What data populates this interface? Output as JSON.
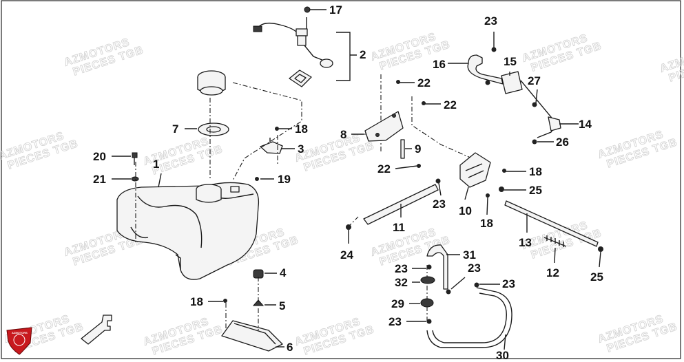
{
  "watermark": {
    "line1": "AZMOTORS",
    "line2": "PIECES TGB"
  },
  "logo": {
    "text": "AZMOTORS",
    "color": "#c8191e"
  },
  "callouts": [
    "17",
    "2",
    "23",
    "16",
    "15",
    "27",
    "14",
    "26",
    "22",
    "22",
    "18",
    "7",
    "3",
    "8",
    "9",
    "22",
    "18",
    "20",
    "21",
    "1",
    "19",
    "25",
    "23",
    "10",
    "18",
    "11",
    "13",
    "12",
    "25",
    "24",
    "31",
    "23",
    "23",
    "32",
    "23",
    "29",
    "23",
    "4",
    "5",
    "18",
    "6",
    "30"
  ]
}
